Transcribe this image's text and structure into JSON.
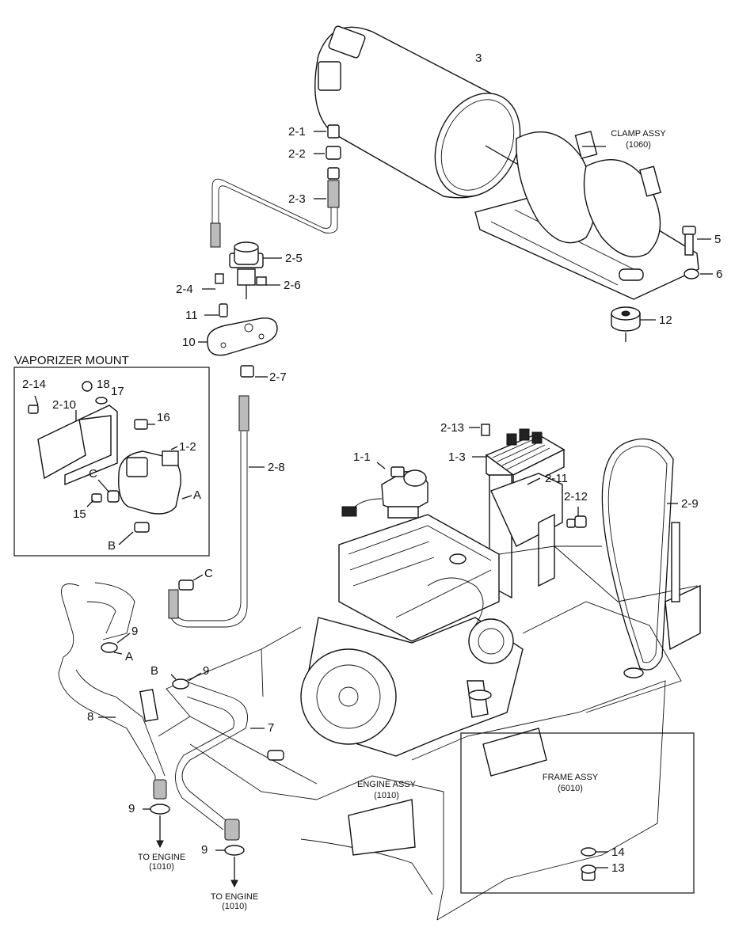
{
  "callouts": {
    "c3": "3",
    "c2_1": "2-1",
    "c2_2": "2-2",
    "c2_3": "2-3",
    "c2_4": "2-4",
    "c2_5": "2-5",
    "c2_6": "2-6",
    "c2_7": "2-7",
    "c2_8": "2-8",
    "c2_9": "2-9",
    "c2_10": "2-10",
    "c2_11": "2-11",
    "c2_12": "2-12",
    "c2_13": "2-13",
    "c2_14": "2-14",
    "c1_1": "1-1",
    "c1_2": "1-2",
    "c1_3": "1-3",
    "c5": "5",
    "c6": "6",
    "c7": "7",
    "c8": "8",
    "c9a": "9",
    "c9b": "9",
    "c9c": "9",
    "c9d": "9",
    "c10": "10",
    "c11": "11",
    "c12": "12",
    "c13": "13",
    "c14": "14",
    "c15": "15",
    "c16": "16",
    "c17": "17",
    "c18": "18",
    "A1": "A",
    "A2": "A",
    "B1": "B",
    "B2": "B",
    "C1": "C",
    "C2": "C"
  },
  "labels": {
    "clamp_assy_1": "CLAMP ASSY",
    "clamp_assy_2": "(1060)",
    "vaporizer_mount": "VAPORIZER MOUNT",
    "engine_assy_1": "ENGINE ASSY",
    "engine_assy_2": "(1010)",
    "frame_assy_1": "FRAME ASSY",
    "frame_assy_2": "(6010)",
    "to_engine_a1": "TO ENGINE",
    "to_engine_a2": "(1010)",
    "to_engine_b1": "TO ENGINE",
    "to_engine_b2": "(1010)"
  }
}
